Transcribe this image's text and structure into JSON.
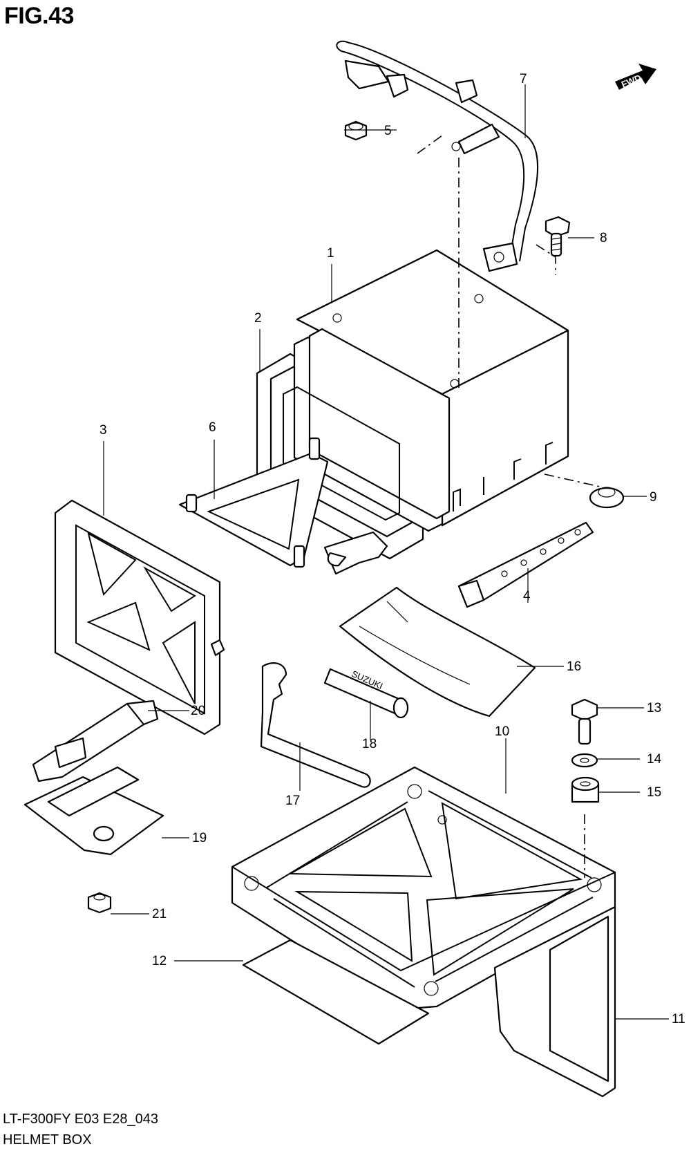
{
  "figure": {
    "title": "FIG.43",
    "model_code": "LT-F300FY E03 E28_043",
    "section": "HELMET BOX",
    "direction_badge": "FWD",
    "brand_print": "SUZUKI"
  },
  "callouts": [
    "1",
    "2",
    "3",
    "4",
    "5",
    "6",
    "7",
    "8",
    "9",
    "10",
    "11",
    "12",
    "13",
    "14",
    "15",
    "16",
    "17",
    "18",
    "19",
    "20",
    "21"
  ]
}
